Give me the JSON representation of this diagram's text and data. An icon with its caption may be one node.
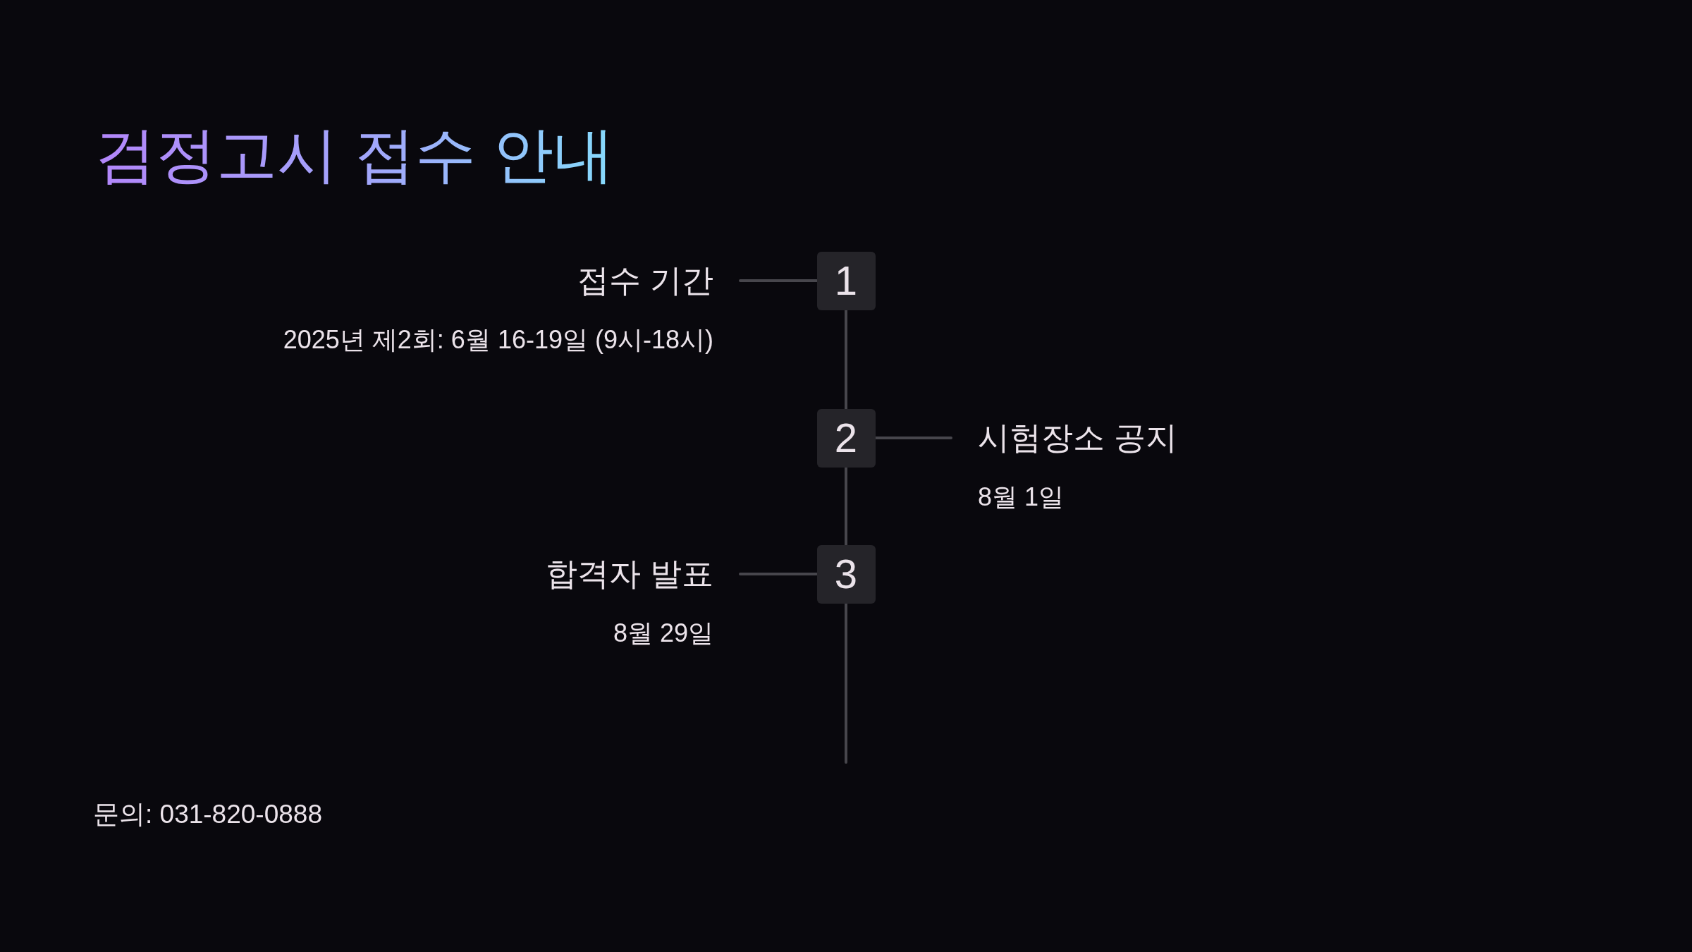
{
  "diagram": {
    "title": "검정고시 접수 안내",
    "nodes": [
      {
        "text": [
          "접수 기간",
          "2025년 제2회: 6월 16-19일 (9시-18시)"
        ]
      },
      {
        "text": [
          "1"
        ]
      },
      {
        "text": [
          "2"
        ]
      },
      {
        "text": [
          "시험장소 공지",
          "8월 1일"
        ]
      },
      {
        "text": [
          "합격자 발표",
          "8월 29일"
        ]
      },
      {
        "text": [
          "3"
        ]
      }
    ],
    "edges": [
      {
        "from": 0,
        "to": 1,
        "arrow": "none"
      },
      {
        "from": 1,
        "to": 2,
        "arrow": "none"
      },
      {
        "from": 2,
        "to": 3,
        "arrow": "none"
      },
      {
        "from": 2,
        "to": 5,
        "arrow": "none"
      },
      {
        "from": 4,
        "to": 5,
        "arrow": "none"
      },
      {
        "from": 5,
        "to": null,
        "arrow": "none"
      }
    ],
    "labels": [
      "문의: 031-820-0888"
    ]
  }
}
